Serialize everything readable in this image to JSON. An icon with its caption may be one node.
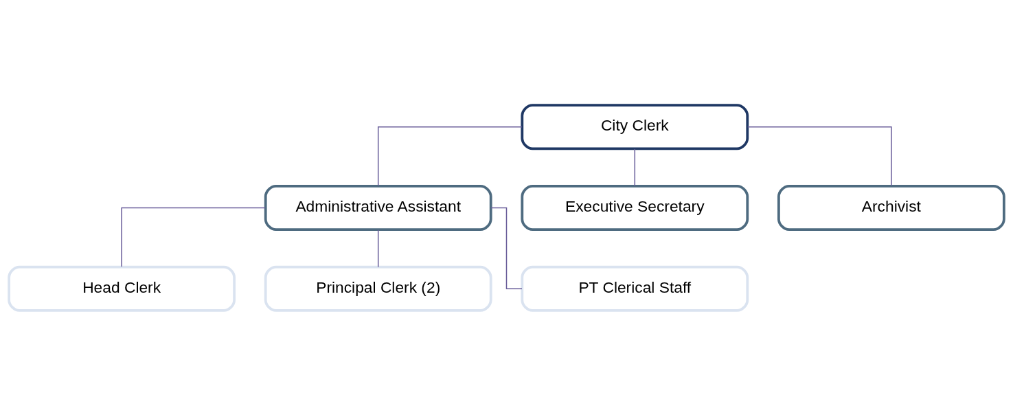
{
  "diagram": {
    "nodes": [
      {
        "text": [
          "City Clerk"
        ]
      },
      {
        "text": [
          "Administrative Assistant"
        ]
      },
      {
        "text": [
          "Executive Secretary"
        ]
      },
      {
        "text": [
          "Archivist"
        ]
      },
      {
        "text": [
          "Head Clerk"
        ]
      },
      {
        "text": [
          "Principal Clerk (2)"
        ]
      },
      {
        "text": [
          "PT Clerical Staff"
        ]
      }
    ],
    "edges": [
      {
        "from": 0,
        "to": 1,
        "arrow": "none"
      },
      {
        "from": 0,
        "to": 2,
        "arrow": "none"
      },
      {
        "from": 0,
        "to": 3,
        "arrow": "none"
      },
      {
        "from": 1,
        "to": 4,
        "arrow": "none"
      },
      {
        "from": 1,
        "to": 5,
        "arrow": "none"
      },
      {
        "from": 1,
        "to": 6,
        "arrow": "none"
      }
    ]
  }
}
